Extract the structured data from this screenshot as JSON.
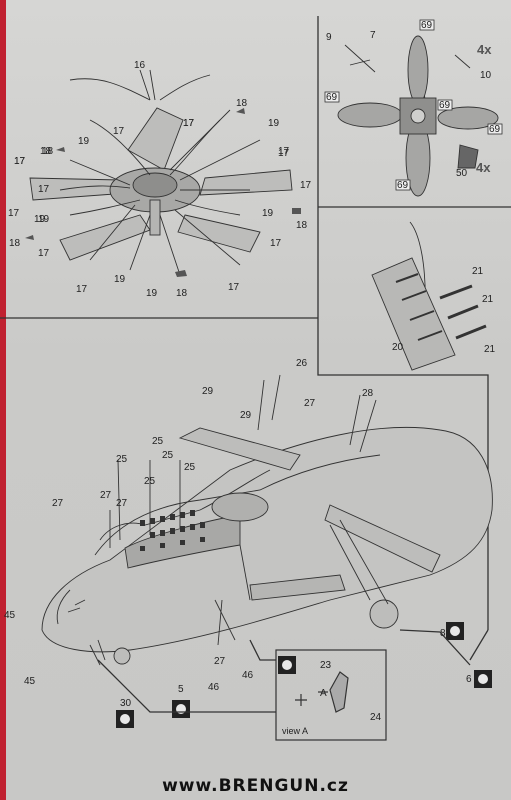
{
  "brand": {
    "footer_url": "www.BRENGUN.cz"
  },
  "panels": {
    "rotor": {
      "labels": [
        "16",
        "18",
        "19",
        "17",
        "17",
        "17",
        "18",
        "17",
        "17",
        "18",
        "17",
        "19",
        "19",
        "17",
        "18",
        "17",
        "19",
        "19",
        "18",
        "17",
        "17",
        "17",
        "17",
        "19",
        "17",
        "18",
        "19",
        "17"
      ]
    },
    "hub": {
      "labels": [
        "9",
        "7",
        "10",
        "50",
        "4x",
        "4x",
        "69",
        "69",
        "69",
        "69",
        "69"
      ]
    },
    "ladder": {
      "labels": [
        "21",
        "21",
        "21",
        "20"
      ]
    },
    "fuselage": {
      "labels": [
        "26",
        "28",
        "29",
        "29",
        "27",
        "25",
        "25",
        "25",
        "25",
        "25",
        "27",
        "27",
        "27",
        "45",
        "45",
        "30",
        "5",
        "46",
        "27",
        "46",
        "8",
        "6"
      ]
    },
    "detail_view": {
      "labels": [
        "23",
        "A",
        "24"
      ],
      "caption": "view A"
    }
  },
  "colors": {
    "line": "#333333",
    "paper": "#d2d2d0",
    "accent_strip": "#c02030"
  }
}
